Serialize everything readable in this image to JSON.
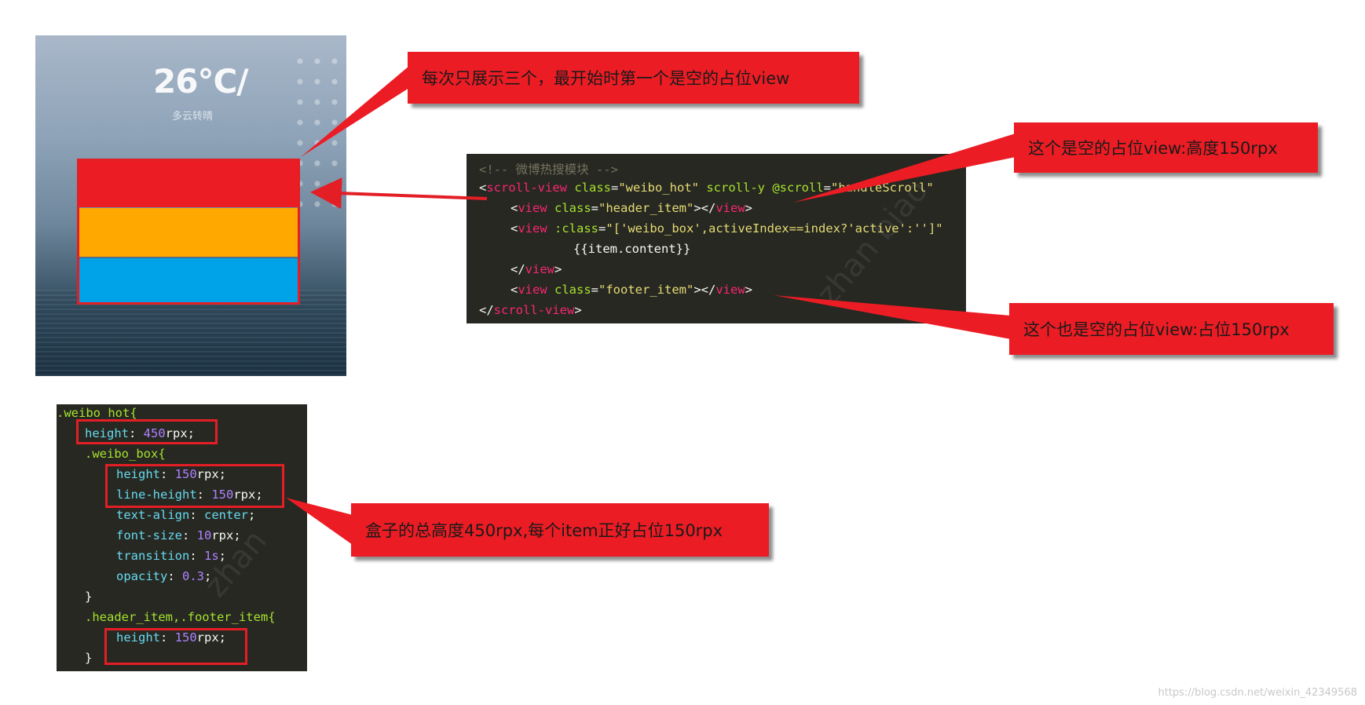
{
  "phone": {
    "temperature": "26℃/",
    "weather": "多云转晴",
    "colors": {
      "first_item": "#ec1c24",
      "second_item": "#ffa800",
      "third_item": "#00a2e8"
    }
  },
  "code_top": {
    "lines": [
      {
        "parts": [
          {
            "t": "<!-- 微博热搜模块 -->",
            "c": "t-comment"
          }
        ]
      },
      {
        "parts": [
          {
            "t": "<",
            "c": "t-plain"
          },
          {
            "t": "scroll-view",
            "c": "t-tag"
          },
          {
            "t": " class",
            "c": "t-attr"
          },
          {
            "t": "=",
            "c": "t-plain"
          },
          {
            "t": "\"weibo_hot\"",
            "c": "t-str"
          },
          {
            "t": " scroll-y",
            "c": "t-attr"
          },
          {
            "t": " @scroll",
            "c": "t-attr"
          },
          {
            "t": "=",
            "c": "t-plain"
          },
          {
            "t": "\"handleScroll\"",
            "c": "t-str"
          }
        ]
      },
      {
        "parts": [
          {
            "t": "<",
            "c": "t-plain"
          },
          {
            "t": "view",
            "c": "t-tag"
          },
          {
            "t": " class",
            "c": "t-attr"
          },
          {
            "t": "=",
            "c": "t-plain"
          },
          {
            "t": "\"header_item\"",
            "c": "t-str"
          },
          {
            "t": "></",
            "c": "t-plain"
          },
          {
            "t": "view",
            "c": "t-tag"
          },
          {
            "t": ">",
            "c": "t-plain"
          }
        ]
      },
      {
        "parts": [
          {
            "t": "<",
            "c": "t-plain"
          },
          {
            "t": "view",
            "c": "t-tag"
          },
          {
            "t": " :class",
            "c": "t-attr"
          },
          {
            "t": "=",
            "c": "t-plain"
          },
          {
            "t": "\"['weibo_box',activeIndex==index?'active':'']\"",
            "c": "t-str"
          }
        ]
      },
      {
        "parts": [
          {
            "t": "{{item.content}}",
            "c": "t-plain"
          }
        ]
      },
      {
        "parts": [
          {
            "t": "</",
            "c": "t-plain"
          },
          {
            "t": "view",
            "c": "t-tag"
          },
          {
            "t": ">",
            "c": "t-plain"
          }
        ]
      },
      {
        "parts": [
          {
            "t": "<",
            "c": "t-plain"
          },
          {
            "t": "view",
            "c": "t-tag"
          },
          {
            "t": " class",
            "c": "t-attr"
          },
          {
            "t": "=",
            "c": "t-plain"
          },
          {
            "t": "\"footer_item\"",
            "c": "t-str"
          },
          {
            "t": "></",
            "c": "t-plain"
          },
          {
            "t": "view",
            "c": "t-tag"
          },
          {
            "t": ">",
            "c": "t-plain"
          }
        ]
      },
      {
        "parts": [
          {
            "t": "</",
            "c": "t-plain"
          },
          {
            "t": "scroll-view",
            "c": "t-tag"
          },
          {
            "t": ">",
            "c": "t-plain"
          }
        ]
      }
    ]
  },
  "code_bottom": {
    "lines": [
      {
        "parts": [
          {
            "t": ".weibo_hot{",
            "c": "t-sel"
          }
        ]
      },
      {
        "parts": [
          {
            "t": "height",
            "c": "t-prop"
          },
          {
            "t": ": ",
            "c": "t-plain"
          },
          {
            "t": "450",
            "c": "t-num"
          },
          {
            "t": "rpx;",
            "c": "t-plain"
          }
        ]
      },
      {
        "parts": [
          {
            "t": ".weibo_box{",
            "c": "t-sel"
          }
        ]
      },
      {
        "parts": [
          {
            "t": "height",
            "c": "t-prop"
          },
          {
            "t": ": ",
            "c": "t-plain"
          },
          {
            "t": "150",
            "c": "t-num"
          },
          {
            "t": "rpx;",
            "c": "t-plain"
          }
        ]
      },
      {
        "parts": [
          {
            "t": "line-height",
            "c": "t-prop"
          },
          {
            "t": ": ",
            "c": "t-plain"
          },
          {
            "t": "150",
            "c": "t-num"
          },
          {
            "t": "rpx;",
            "c": "t-plain"
          }
        ]
      },
      {
        "parts": [
          {
            "t": "text-align",
            "c": "t-prop"
          },
          {
            "t": ": ",
            "c": "t-plain"
          },
          {
            "t": "center",
            "c": "t-prop"
          },
          {
            "t": ";",
            "c": "t-plain"
          }
        ]
      },
      {
        "parts": [
          {
            "t": "font-size",
            "c": "t-prop"
          },
          {
            "t": ": ",
            "c": "t-plain"
          },
          {
            "t": "10",
            "c": "t-num"
          },
          {
            "t": "rpx;",
            "c": "t-plain"
          }
        ]
      },
      {
        "parts": [
          {
            "t": "transition",
            "c": "t-prop"
          },
          {
            "t": ": ",
            "c": "t-plain"
          },
          {
            "t": "1s",
            "c": "t-num"
          },
          {
            "t": ";",
            "c": "t-plain"
          }
        ]
      },
      {
        "parts": [
          {
            "t": "opacity",
            "c": "t-prop"
          },
          {
            "t": ": ",
            "c": "t-plain"
          },
          {
            "t": "0.3",
            "c": "t-num"
          },
          {
            "t": ";",
            "c": "t-plain"
          }
        ]
      },
      {
        "parts": [
          {
            "t": "}",
            "c": "t-plain"
          }
        ]
      },
      {
        "parts": [
          {
            "t": ".header_item,.footer_item{",
            "c": "t-sel"
          }
        ]
      },
      {
        "parts": [
          {
            "t": "height",
            "c": "t-prop"
          },
          {
            "t": ": ",
            "c": "t-plain"
          },
          {
            "t": "150",
            "c": "t-num"
          },
          {
            "t": "rpx;",
            "c": "t-plain"
          }
        ]
      },
      {
        "parts": [
          {
            "t": "}",
            "c": "t-plain"
          }
        ]
      }
    ]
  },
  "callouts": {
    "c1": "每次只展示三个，最开始时第一个是空的占位view",
    "c2": "这个是空的占位view:高度150rpx",
    "c3": "这个也是空的占位view:占位150rpx",
    "c4": "盒子的总高度450rpx,每个item正好占位150rpx"
  },
  "footer": {
    "url": "https://blog.csdn.net/weixin_42349568"
  },
  "accent_color": "#ec1c24"
}
